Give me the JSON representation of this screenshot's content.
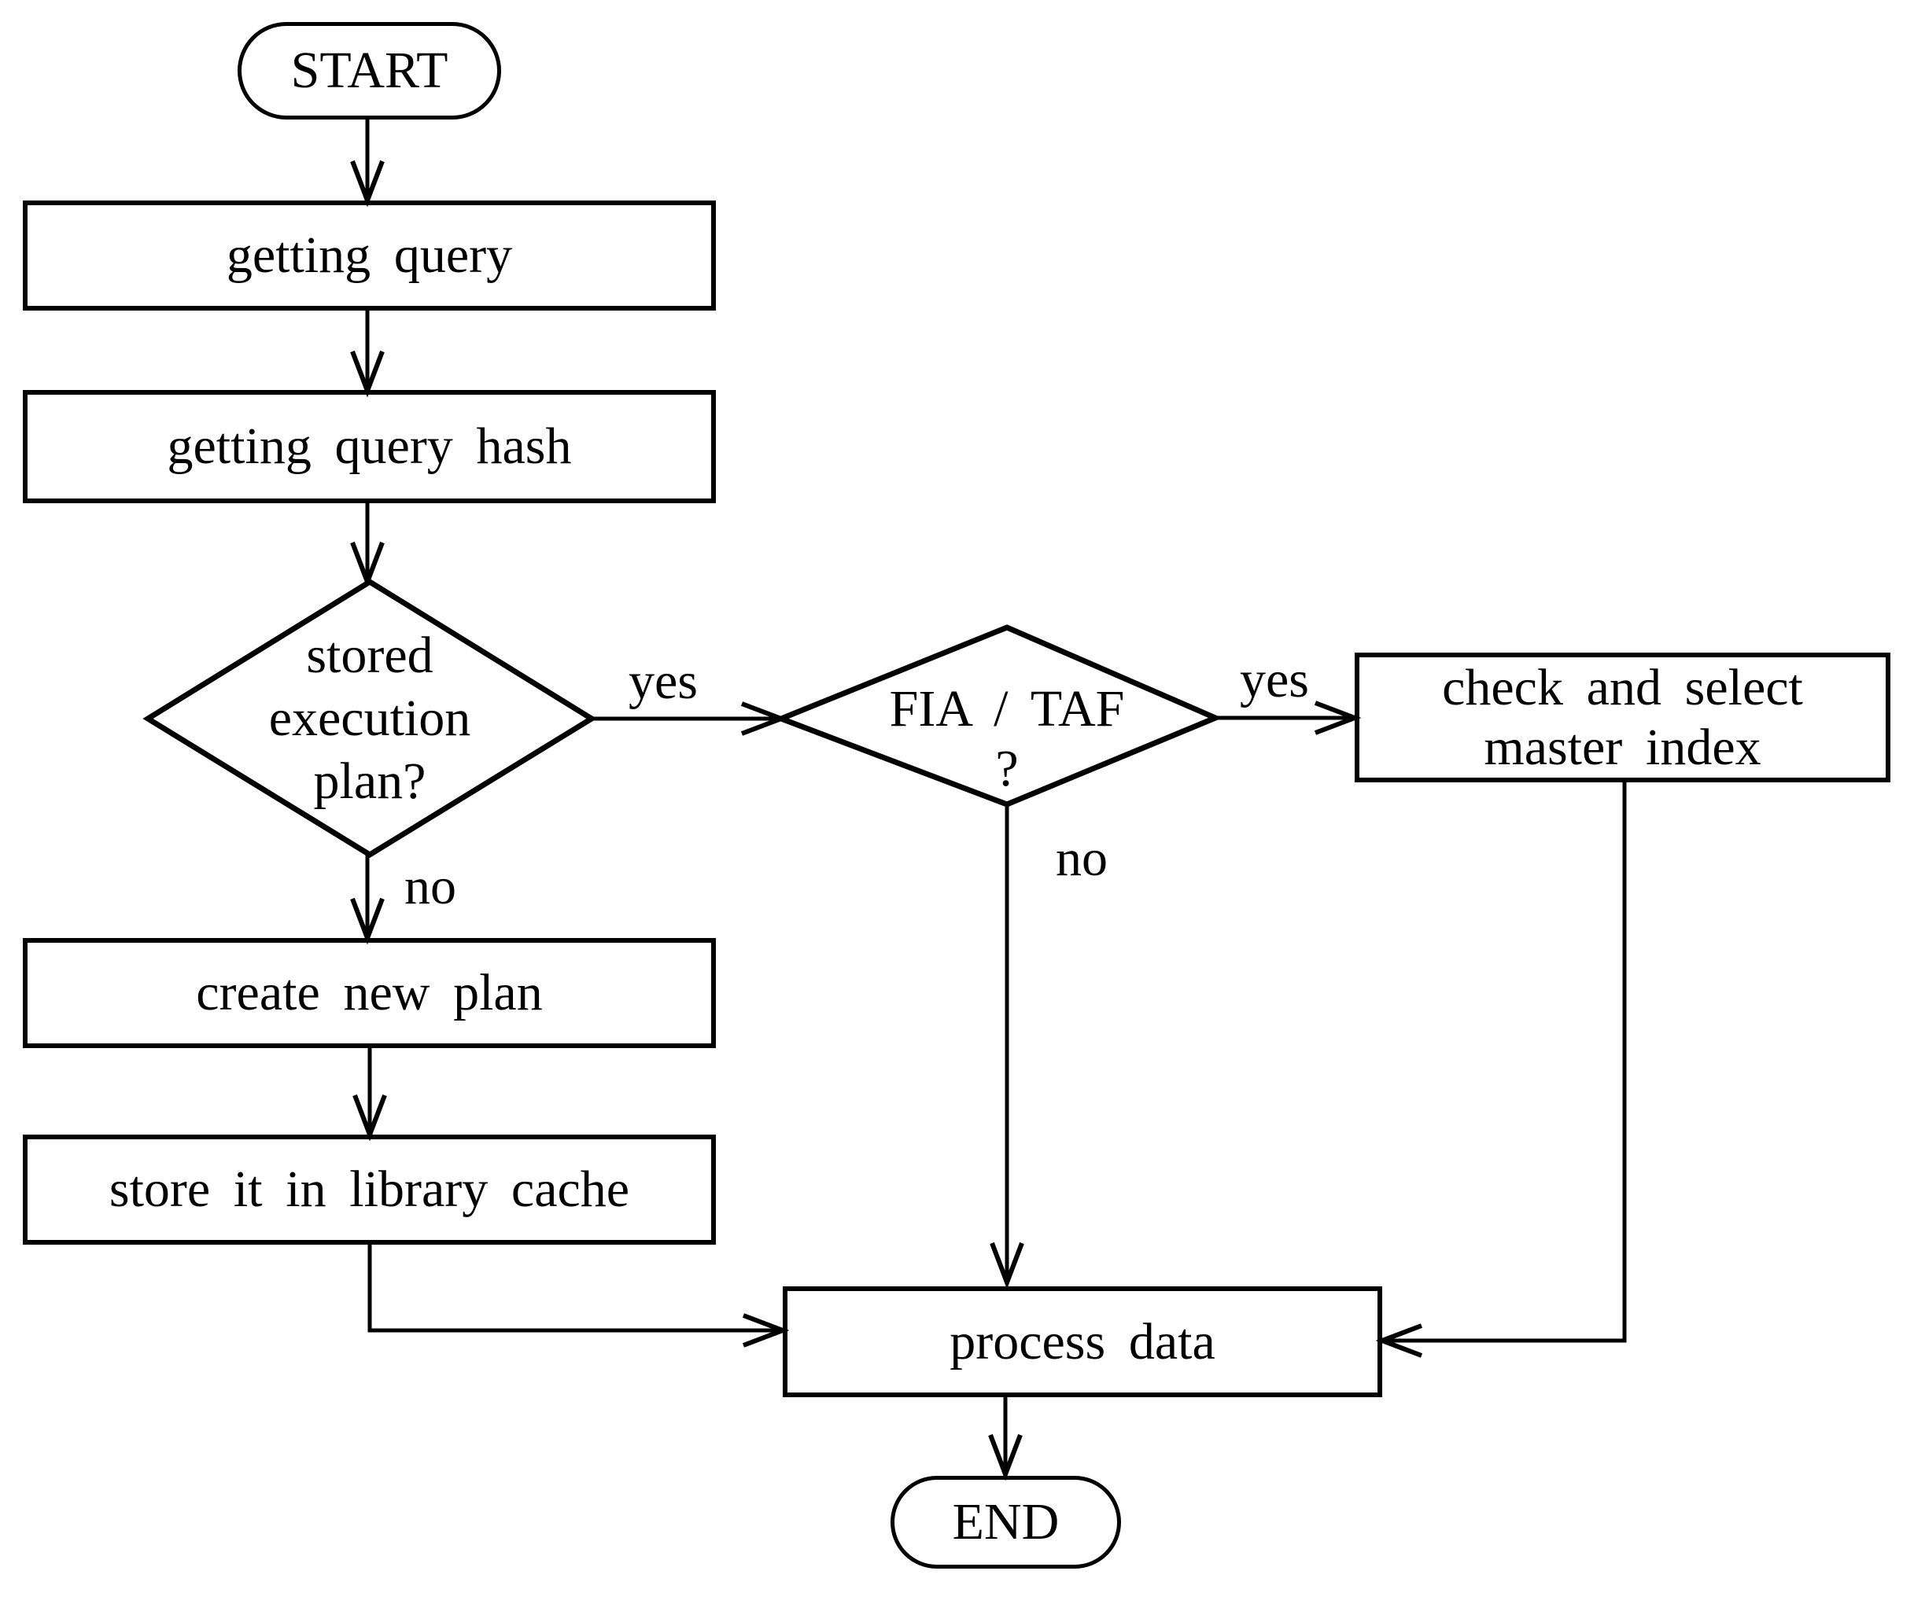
{
  "diagram": {
    "kind": "flowchart",
    "colors": {
      "line": "#000000",
      "background": "#ffffff"
    }
  },
  "nodes": {
    "start": {
      "label": "START",
      "shape": "terminal"
    },
    "getting_query": {
      "label": "getting query",
      "shape": "process"
    },
    "getting_query_hash": {
      "label": "getting query hash",
      "shape": "process"
    },
    "stored_plan": {
      "label": "stored\nexecution\nplan?",
      "shape": "decision"
    },
    "fia_taf": {
      "label": "FIA / TAF\n?",
      "shape": "decision"
    },
    "check_master_index": {
      "label": "check and select\nmaster index",
      "shape": "process"
    },
    "create_new_plan": {
      "label": "create new plan",
      "shape": "process"
    },
    "store_library_cache": {
      "label": "store it in library cache",
      "shape": "process"
    },
    "process_data": {
      "label": "process data",
      "shape": "process"
    },
    "end": {
      "label": "END",
      "shape": "terminal"
    }
  },
  "edges": {
    "stored_plan_yes": {
      "label": "yes"
    },
    "stored_plan_no": {
      "label": "no"
    },
    "fia_taf_yes": {
      "label": "yes"
    },
    "fia_taf_no": {
      "label": "no"
    }
  }
}
